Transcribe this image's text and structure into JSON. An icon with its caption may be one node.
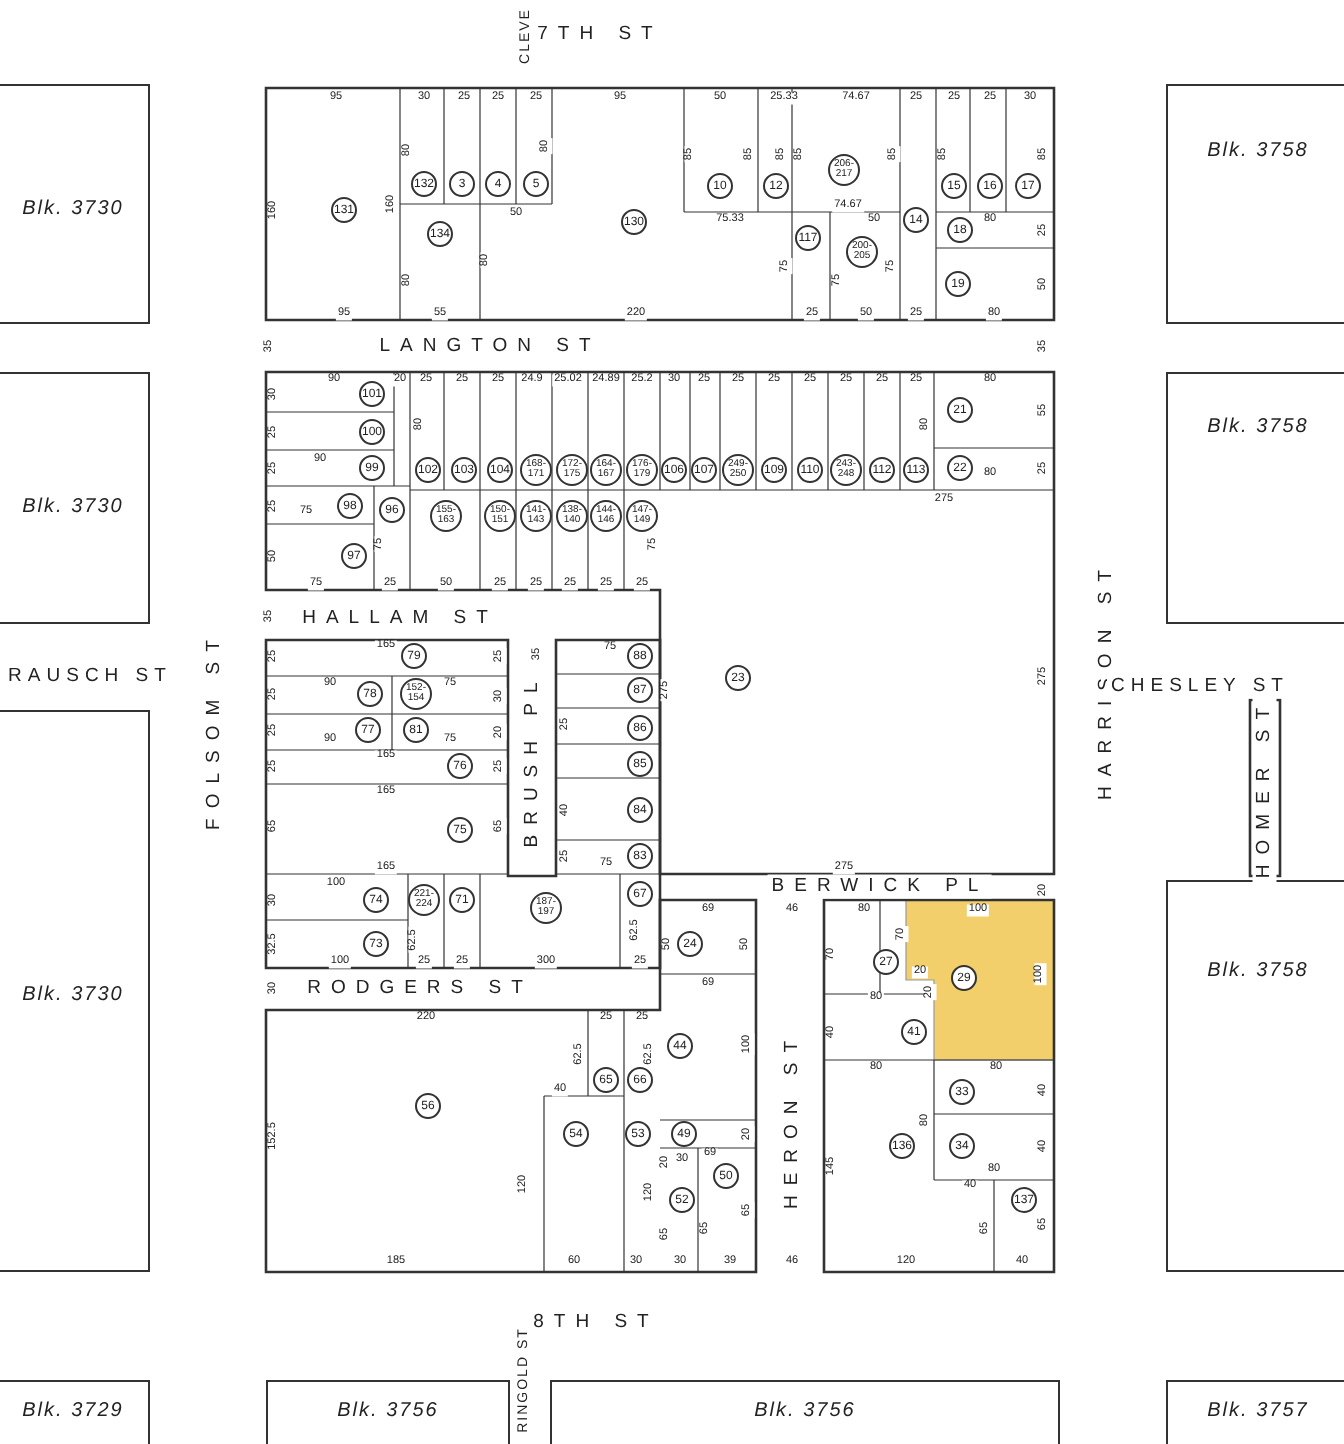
{
  "diagram": {
    "nodes": [
      {
        "text": [
          "Blk. 3730"
        ]
      },
      {
        "text": [
          "Blk. 3758"
        ]
      },
      {
        "text": [
          "Blk. 3730"
        ]
      },
      {
        "text": [
          "Blk. 3758"
        ]
      },
      {
        "text": [
          "Blk. 3730"
        ]
      },
      {
        "text": [
          "Blk. 3758"
        ]
      },
      {
        "text": [
          "Blk. 3729"
        ]
      },
      {
        "text": [
          "Blk. 3756"
        ]
      },
      {
        "text": [
          "Blk. 3756"
        ]
      },
      {
        "text": [
          "Blk. 3757"
        ]
      }
    ],
    "labels": [
      "CLEVE",
      "7TH ST",
      "95",
      "30",
      "25",
      "25",
      "25",
      "95",
      "50",
      "25.33",
      "74.67",
      "25",
      "25",
      "25",
      "30",
      "160",
      "80",
      "160",
      "80",
      "85",
      "85",
      "85",
      "85",
      "85",
      "85",
      "85",
      "132",
      "3",
      "4",
      "5",
      "10",
      "12",
      "206-217",
      "15",
      "16",
      "17",
      "131",
      "50",
      "134",
      "130",
      "75.33",
      "74.67",
      "50",
      "14",
      "80",
      "25",
      "117",
      "200-205",
      "18",
      "80",
      "80",
      "75",
      "75",
      "75",
      "19",
      "50",
      "95",
      "55",
      "220",
      "25",
      "50",
      "25",
      "80",
      "35",
      "LANGTON ST",
      "35",
      "90",
      "20",
      "25",
      "25",
      "25",
      "24.9",
      "25.02",
      "24.89",
      "25.2",
      "30",
      "25",
      "25",
      "25",
      "25",
      "25",
      "25",
      "25",
      "80",
      "30",
      "101",
      "21",
      "55",
      "80",
      "80",
      "25",
      "100",
      "90",
      "25",
      "80",
      "25",
      "99",
      "102",
      "103",
      "104",
      "168-171",
      "172-175",
      "164-167",
      "176-179",
      "106",
      "107",
      "249-250",
      "109",
      "110",
      "243-248",
      "112",
      "113",
      "22",
      "275",
      "75",
      "25",
      "98",
      "96",
      "155-163",
      "150-151",
      "141-143",
      "138-140",
      "144-146",
      "147-149",
      "75",
      "75",
      "50",
      "97",
      "75",
      "25",
      "50",
      "25",
      "25",
      "25",
      "25",
      "25",
      "35",
      "HALLAM ST",
      "RAUSCH ST",
      "165",
      "25",
      "79",
      "25",
      "35",
      "75",
      "88",
      "25",
      "90",
      "78",
      "152-154",
      "75",
      "30",
      "87",
      "275",
      "23",
      "275",
      "HARRISON ST",
      "CHESLEY ST",
      "FOLSOM ST",
      "25",
      "90",
      "77",
      "81",
      "75",
      "20",
      "25",
      "86",
      "25",
      "165",
      "76",
      "25",
      "BRUSH PL",
      "85",
      "HOMER ST",
      "165",
      "65",
      "75",
      "65",
      "40",
      "84",
      "25",
      "75",
      "83",
      "165",
      "275",
      "BERWICK PL",
      "20",
      "100",
      "74",
      "221-224",
      "71",
      "187-197",
      "67",
      "30",
      "69",
      "46",
      "80",
      "100",
      "62.5",
      "62.5",
      "32.5",
      "73",
      "50",
      "24",
      "50",
      "70",
      "70",
      "27",
      "20",
      "20",
      "29",
      "100",
      "100",
      "25",
      "25",
      "300",
      "25",
      "30",
      "RODGERS ST",
      "69",
      "80",
      "HERON ST",
      "220",
      "25",
      "25",
      "40",
      "41",
      "62.5",
      "62.5",
      "44",
      "100",
      "80",
      "80",
      "65",
      "66",
      "40",
      "33",
      "40",
      "56",
      "80",
      "54",
      "53",
      "49",
      "20",
      "152.5",
      "136",
      "34",
      "40",
      "20",
      "30",
      "69",
      "50",
      "145",
      "80",
      "40",
      "120",
      "120",
      "52",
      "137",
      "65",
      "65",
      "65",
      "65",
      "65",
      "185",
      "60",
      "30",
      "30",
      "39",
      "46",
      "120",
      "40",
      "8TH ST",
      "RINGOLD ST"
    ]
  }
}
